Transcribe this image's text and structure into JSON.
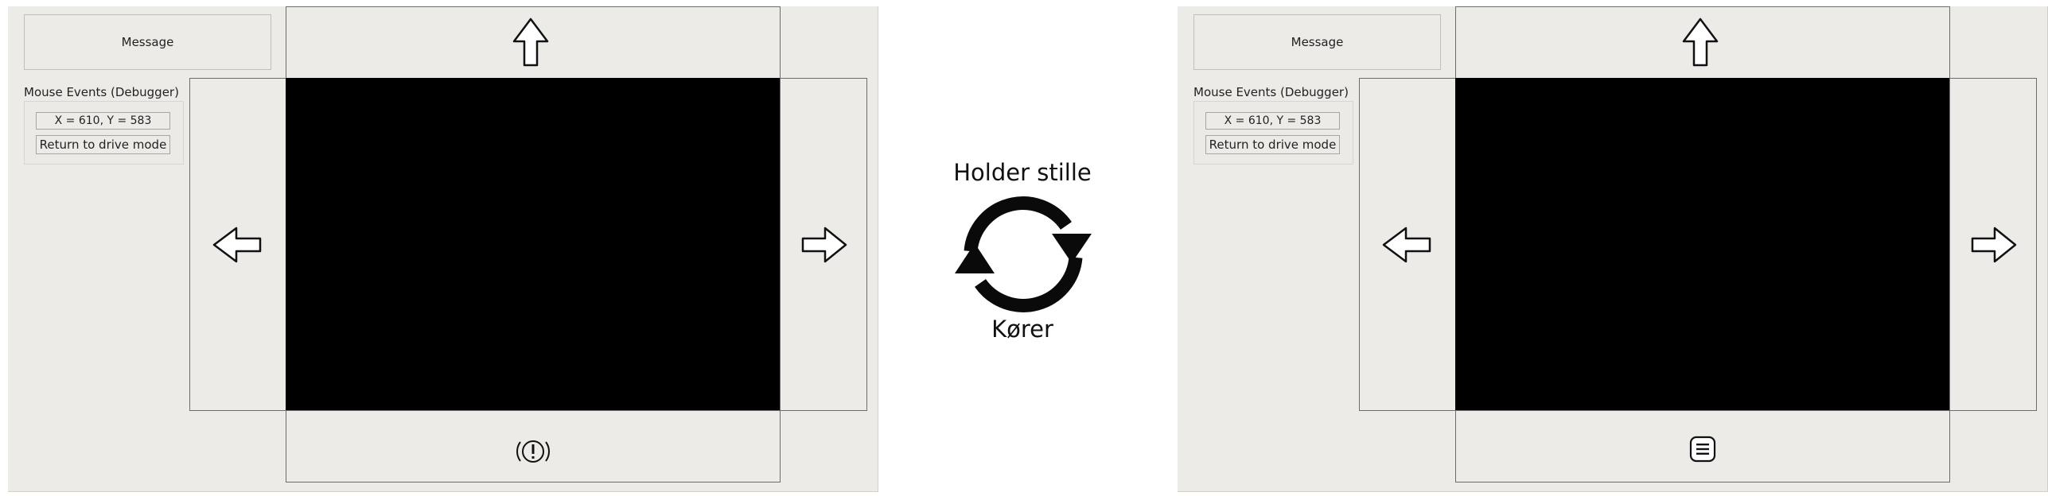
{
  "left_panel": {
    "message_label": "Message",
    "debug_group_title": "Mouse Events (Debugger)",
    "coord_text": "X = 610, Y = 583",
    "return_label": "Return to drive mode",
    "bottom_icon": "warning-icon"
  },
  "right_panel": {
    "message_label": "Message",
    "debug_group_title": "Mouse Events (Debugger)",
    "coord_text": "X = 610, Y = 583",
    "return_label": "Return to drive mode",
    "bottom_icon": "menu-icon"
  },
  "status": {
    "top_label": "Holder stille",
    "bottom_label": "Kører",
    "icon": "cycle-arrows-icon"
  },
  "icons": {
    "up": "up-arrow-icon",
    "down_left": "warning-icon",
    "down_right": "menu-icon",
    "left": "left-arrow-icon",
    "right": "right-arrow-icon"
  }
}
